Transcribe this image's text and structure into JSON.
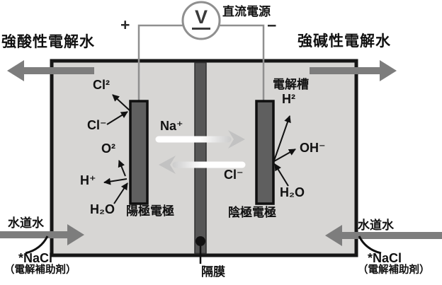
{
  "power_supply": {
    "meter_symbol": "V",
    "label": "直流電源",
    "plus": "+",
    "minus": "−"
  },
  "outputs": {
    "left_title": "強酸性電解水",
    "right_title": "強碱性電解水"
  },
  "tank": {
    "vessel_label": "電解槽",
    "membrane_label": "隔膜",
    "anode_label": "陽極電極",
    "cathode_label": "陰極電極"
  },
  "anode_side": {
    "cl2": "Cl²",
    "cl_minus": "Cl⁻",
    "o2": "O²",
    "h_plus": "H⁺",
    "h2o": "H₂O"
  },
  "membrane_transport": {
    "na_plus": "Na⁺",
    "cl_minus": "Cl⁻"
  },
  "cathode_side": {
    "h2": "H²",
    "oh_minus": "OH⁻",
    "h2o": "H₂O"
  },
  "inlet_left": {
    "water": "水道水",
    "additive": "*NaCl",
    "additive_note": "（電解補助剤）"
  },
  "inlet_right": {
    "water": "水道水",
    "additive": "*NaCl",
    "additive_note": "（電解補助剤）"
  },
  "colors": {
    "tank_fill": "#d7d6d4",
    "tank_border": "#161616",
    "electrode_fill": "#5f5f5f",
    "membrane_fill": "#565656",
    "flow_arrow": "#7d7d7d",
    "ion_arrow_head": "#c2c2c2",
    "wire": "#8f8f8f",
    "text": "#111111"
  }
}
